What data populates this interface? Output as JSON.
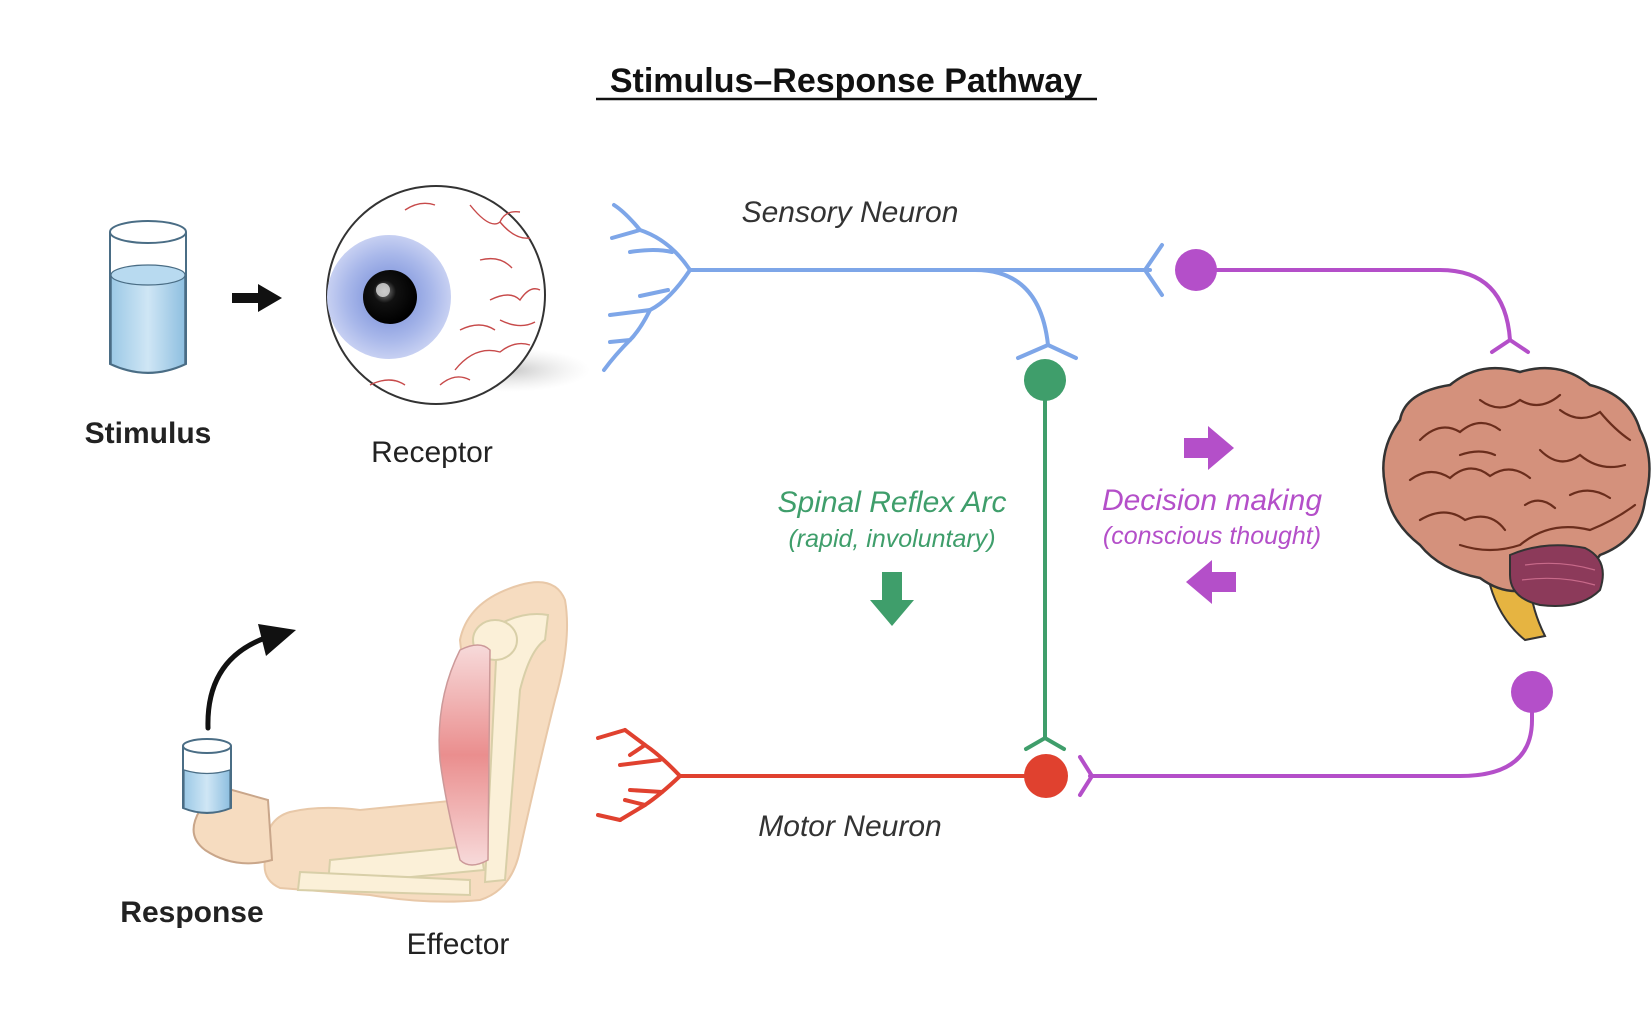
{
  "title": "Stimulus–Response Pathway",
  "labels": {
    "stimulus": "Stimulus",
    "receptor": "Receptor",
    "sensory_neuron": "Sensory Neuron",
    "motor_neuron": "Motor Neuron",
    "response": "Response",
    "effector": "Effector",
    "reflex_title": "Spinal Reflex Arc",
    "reflex_sub": "(rapid, involuntary)",
    "decision_title": "Decision making",
    "decision_sub": "(conscious thought)"
  },
  "colors": {
    "sensory": "#7ea6e8",
    "motor": "#e0412f",
    "reflex": "#3f9e6b",
    "decision": "#b44fc9",
    "title_text": "#111111",
    "label_text": "#222222"
  },
  "icons": [
    "beaker-icon",
    "eye-icon",
    "brain-icon",
    "arm-icon",
    "arrow-right-icon",
    "curved-arrow-icon"
  ]
}
